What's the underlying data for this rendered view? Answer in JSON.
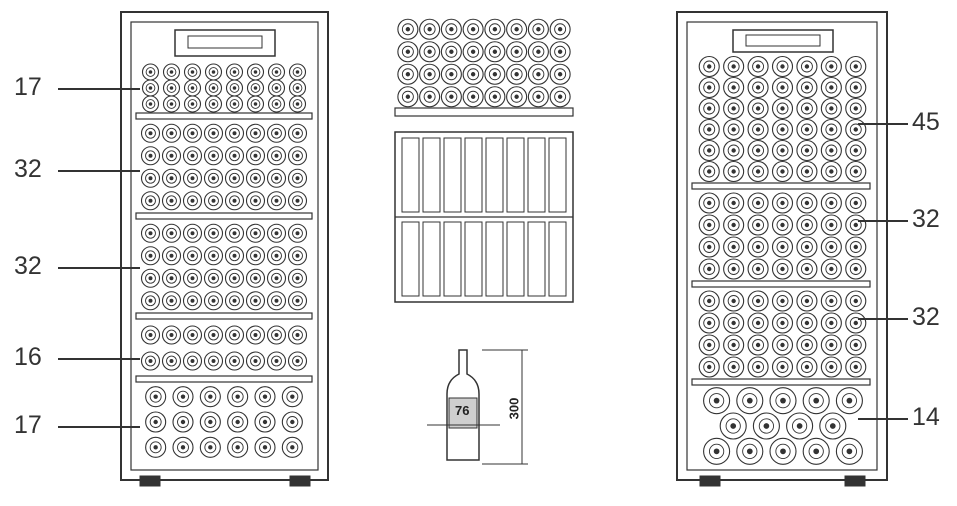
{
  "colors": {
    "line": "#333333",
    "shade": "#cfcfcf",
    "paper": "#ffffff"
  },
  "left_cabinet": {
    "shelf_counts": [
      "17",
      "32",
      "32",
      "16",
      "17"
    ]
  },
  "right_cabinet": {
    "shelf_counts": [
      "45",
      "32",
      "32",
      "14"
    ]
  },
  "bottle": {
    "diameter_label": "76",
    "height_label": "300"
  }
}
